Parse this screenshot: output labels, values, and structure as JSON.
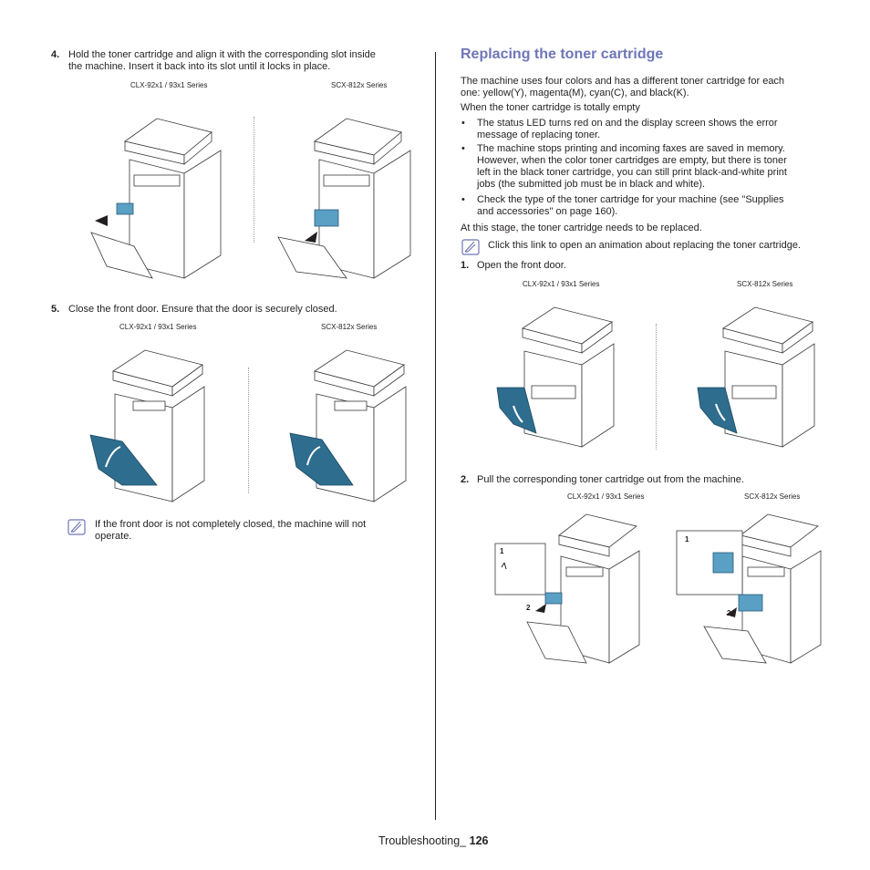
{
  "left": {
    "step4": {
      "num": "4.",
      "text_line1": "Hold the toner cartridge and align it with the corresponding slot inside",
      "text_line2": "the machine. Insert it back into its slot until it locks in place."
    },
    "step4_captions": [
      "CLX-92x1 / 93x1 Series",
      "SCX-812x Series"
    ],
    "step5": {
      "num": "5.",
      "text": "Close the front door. Ensure that the door is securely closed."
    },
    "step5_captions": [
      "CLX-92x1 / 93x1 Series",
      "SCX-812x Series"
    ],
    "note": {
      "line1": "If the front door is not completely closed, the machine will not",
      "line2": "operate."
    }
  },
  "right": {
    "title": "Replacing the toner cartridge",
    "intro_line1": "The machine uses four colors and has a different toner cartridge for each",
    "intro_line2": "one: yellow(Y), magenta(M), cyan(C), and black(K).",
    "empty_label": "When the toner cartridge is totally empty",
    "bullets": [
      {
        "lines": [
          "The status LED turns red on and the display screen shows the error",
          "message of replacing toner."
        ]
      },
      {
        "lines": [
          "The machine stops printing and incoming faxes are saved in memory.",
          "However, when the color toner cartridges are empty, but there is toner",
          "left in the black toner cartridge, you can still print black-and-white print",
          "jobs (the submitted job must be in black and white)."
        ]
      },
      {
        "lines": [
          "Check the type of the toner cartridge for your machine (see \"Supplies",
          "and accessories\" on page 160)."
        ]
      }
    ],
    "stage_text": "At this stage, the toner cartridge needs to be replaced.",
    "animation_link": "Click this link to open an animation about replacing the toner cartridge.",
    "step1": {
      "num": "1.",
      "text": "Open the front door."
    },
    "step1_captions": [
      "CLX-92x1 / 93x1 Series",
      "SCX-812x Series"
    ],
    "step2": {
      "num": "2.",
      "text": "Pull the corresponding toner cartridge out from the machine."
    },
    "step2_captions": [
      "CLX-92x1 / 93x1 Series",
      "SCX-812x Series"
    ],
    "callouts": [
      "1",
      "2",
      "1",
      "2"
    ]
  },
  "footer": {
    "section": "Troubleshooting_",
    "page": "126"
  },
  "colors": {
    "accent": "#6f76b8",
    "door_teal": "#2e6d8e",
    "toner_blue": "#5a9fc4",
    "text": "#231f20"
  }
}
